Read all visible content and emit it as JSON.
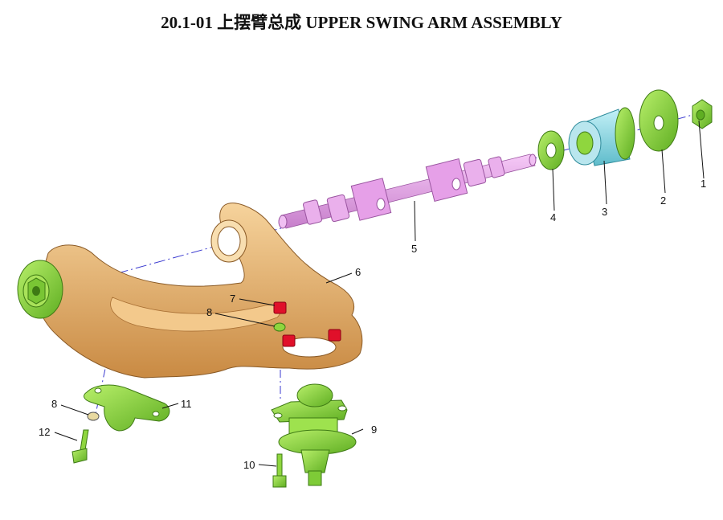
{
  "title": "20.1-01  上摆臂总成 UPPER SWING ARM ASSEMBLY",
  "colors": {
    "arm": "#e8b36e",
    "green_part": "#8fd63e",
    "shaft": "#e7a2e8",
    "bushing_sleeve": "#8fd8e6",
    "nut": "#e0102a",
    "axis_line": "#3a3ad0"
  },
  "callouts": [
    {
      "id": "c1",
      "label": "1"
    },
    {
      "id": "c2",
      "label": "2"
    },
    {
      "id": "c3",
      "label": "3"
    },
    {
      "id": "c4",
      "label": "4"
    },
    {
      "id": "c5",
      "label": "5"
    },
    {
      "id": "c6",
      "label": "6"
    },
    {
      "id": "c7",
      "label": "7"
    },
    {
      "id": "c8a",
      "label": "8"
    },
    {
      "id": "c8b",
      "label": "8"
    },
    {
      "id": "c9",
      "label": "9"
    },
    {
      "id": "c10",
      "label": "10"
    },
    {
      "id": "c11",
      "label": "11"
    },
    {
      "id": "c12",
      "label": "12"
    }
  ]
}
